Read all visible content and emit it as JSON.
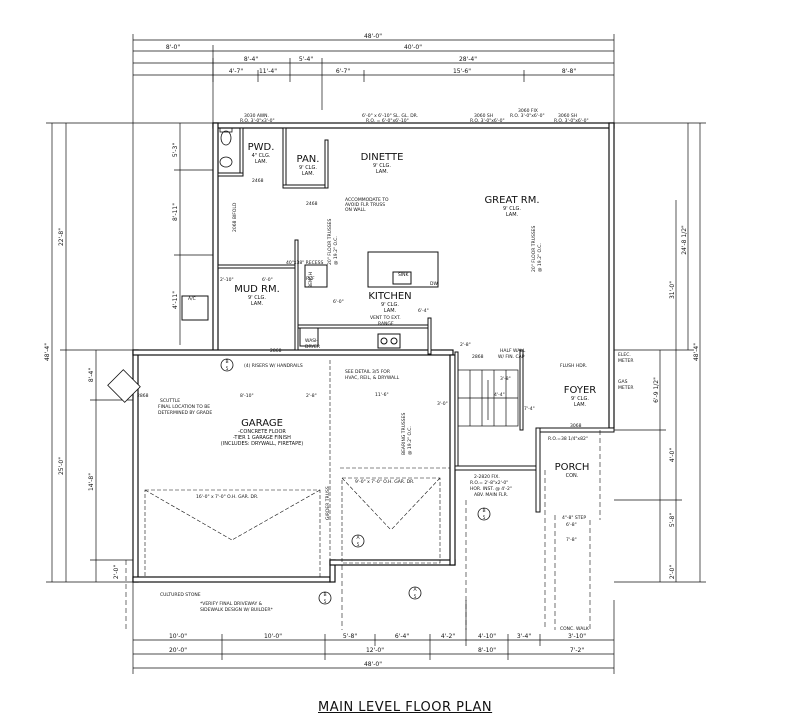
{
  "title": "MAIN LEVEL FLOOR PLAN",
  "colors": {
    "ink": "#111111",
    "paper": "#ffffff"
  },
  "dimensions": {
    "top_overall": "48'-0\"",
    "top_row2": [
      "8'-0\"",
      "40'-0\""
    ],
    "top_row3": [
      "8'-4\"",
      "5'-4\"",
      "28'-4\""
    ],
    "top_row4": [
      "4'-7\"",
      "11'-4\"",
      "6'-7\"",
      "15'-6\"",
      "8'-8\""
    ],
    "bottom_row1": [
      "10'-0\"",
      "10'-0\"",
      "5'-8\"",
      "6'-4\"",
      "4'-2\"",
      "4'-10\"",
      "3'-4\"",
      "3'-10\""
    ],
    "bottom_row2": [
      "20'-0\"",
      "12'-0\"",
      "8'-10\"",
      "7'-2\""
    ],
    "bottom_overall": "48'-0\"",
    "left_outer": "48'-4\"",
    "left_upper": "22'-8\"",
    "left_lower": "25'-0\"",
    "left_inner": [
      "8'-4\"",
      "14'-8\"",
      "2'-0\""
    ],
    "left_room": [
      "5'-3\"",
      "8'-11\"",
      "4'-11\""
    ],
    "right_outer": "48'-4\"",
    "right_upper": "24'-8 1/2\"",
    "right_mid": "31'-0\"",
    "right_inner": [
      "6'-9 1/2\"",
      "4'-0\"",
      "5'-8\"",
      "2'-0\""
    ]
  },
  "rooms": {
    "pwd": {
      "name": "PWD.",
      "sub": [
        "4\" CLG.",
        "LAM."
      ]
    },
    "pan": {
      "name": "PAN.",
      "sub": [
        "9' CLG.",
        "LAM."
      ]
    },
    "dinette": {
      "name": "DINETTE",
      "sub": [
        "9' CLG.",
        "LAM."
      ]
    },
    "great": {
      "name": "GREAT RM.",
      "sub": [
        "9' CLG.",
        "LAM."
      ]
    },
    "mud": {
      "name": "MUD RM.",
      "sub": [
        "9' CLG.",
        "LAM."
      ]
    },
    "kitchen": {
      "name": "KITCHEN",
      "sub": [
        "9' CLG.",
        "LAM."
      ]
    },
    "garage": {
      "name": "GARAGE",
      "sub": [
        "-CONCRETE FLOOR",
        "-TIER 1 GARAGE FINISH",
        "(INCLUDES: DRYWALL, FIRETAPE)"
      ]
    },
    "foyer": {
      "name": "FOYER",
      "sub": [
        "9' CLG.",
        "LAM."
      ]
    },
    "porch": {
      "name": "PORCH",
      "sub": [
        "CON."
      ]
    }
  },
  "notes": {
    "top_window": [
      "3030 AWN.",
      "R.O. 3'-0\"x3'-0\""
    ],
    "slider": "6'-0\" x 6'-10\" SL. GL. DR.",
    "slider_ro": "R.O. = 6'-0\"x6'-10\"",
    "fix": [
      "3060 FIX",
      "R.O. 3'-0\"x6'-0\""
    ],
    "sh_left": [
      "3060 SH",
      "R.O. 3'-0\"x6'-0\""
    ],
    "sh_right": [
      "3060 SH",
      "R.O. 3'-0\"x6'-0\""
    ],
    "accommodate": [
      "ACCOMMODATE TO",
      "AVOID FLR TRUSS",
      "ON WALL"
    ],
    "floor_trusses": [
      "20\" FLOOR TRUSSES",
      "@ 19.2\" O.C."
    ],
    "floor_trusses_great": [
      "20\" FLOOR TRUSSES",
      "@ 19.2\" O.C."
    ],
    "recess": "40\"x38\" RECESS",
    "bench": "BENCH",
    "ac": "A/C",
    "bifold": "2068 BIFOLD",
    "door_2468": "2468",
    "door_2468b": "2468",
    "vent": [
      "VENT TO EXT.",
      "RANGE"
    ],
    "half_wall": [
      "HALF WALL",
      "W/ FIN. CAP"
    ],
    "flush_hdr": "FLUSH HDR.",
    "elec": [
      "ELEC.",
      "METER"
    ],
    "gas": [
      "GAS",
      "METER"
    ],
    "door_3068": "3068",
    "foyer_ro": "R.O.=38 1/4\"x82\"",
    "window_2820": [
      "2-2820 FIX.",
      "R.O.= 2'-8\"x2'-0\"",
      "HOR. INST. @ 4'-2\"",
      "ABV. MAIN FLR."
    ],
    "risers": "(4) RISERS W/ HANDRAILS",
    "see_detail": [
      "SEE DETAIL 3/5 FOR",
      "HVAC, REIL, & DRYWALL"
    ],
    "scuttle": [
      "SCUTTLE",
      "FINAL LOCATION TO BE",
      "DETERMINED BY GRADE"
    ],
    "door_2868": "2868",
    "door_2868b": "2868",
    "door_2868c": "2868",
    "double_door": "16'-0\" x 7'-0\" O.H. GAR. DR.",
    "single_door": "9'-0\" x 7'-0\" O.H. GAR. DR.",
    "girder": "GIRDER TRUSS",
    "bearing": [
      "BEARING TRUSSES",
      "@ 19.2\" O.C."
    ],
    "cultured": "CULTURED STONE",
    "verify": [
      "*VERIFY FINAL DRIVEWAY &",
      "SIDEWALK DESIGN W/ BUILDER*"
    ],
    "walk": "CONC. WALK",
    "step": "4\"-8\" STEP",
    "step_b": "6'-8\"",
    "step_c": "7'-8\"",
    "wash": "WASH",
    "dryer": "DRYER",
    "dw": "DW",
    "ref": "REF",
    "sink": "SINK",
    "dim_6_0": "6'-0\"",
    "dim_2_10": "2'-10\"",
    "dim_6_0b": "6'-0\"",
    "dim_8_10": "8'-10\"",
    "dim_2_8": "2'-8\"",
    "dim_11_6": "11'-6\"",
    "dim_3_0": "3'-0\"",
    "dim_2_8b": "2'-8\"",
    "dim_7_4": "7'-4\"",
    "dim_4_4": "4'-4\"",
    "dim_3_8": "3'-8\"",
    "dim_6_4": "6'-4\""
  },
  "section_marks": [
    "B",
    "5",
    "A",
    "5",
    "B",
    "5",
    "A",
    "5",
    "B",
    "5"
  ]
}
